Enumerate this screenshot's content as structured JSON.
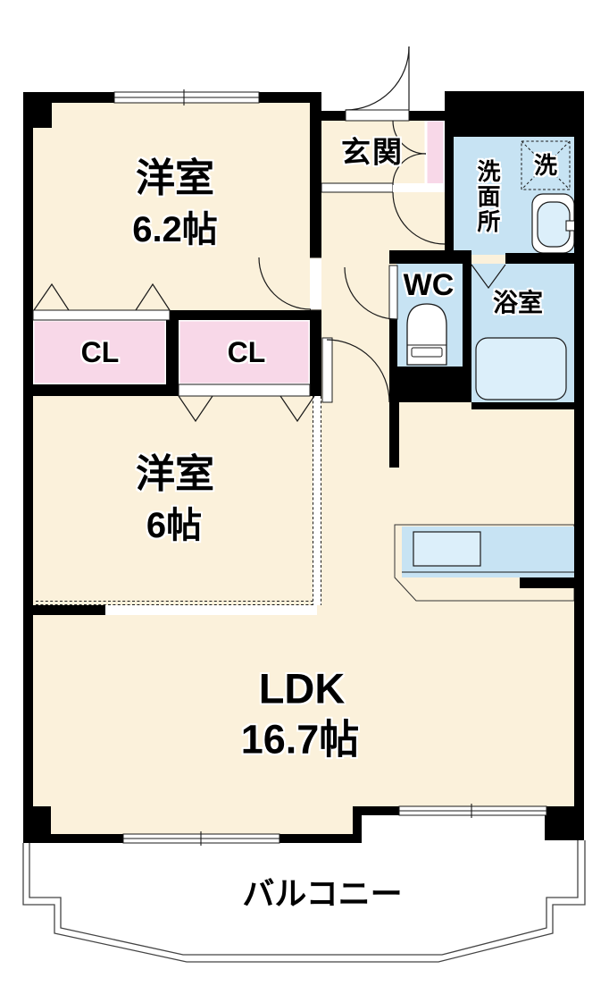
{
  "labels": {
    "western1": {
      "name": "洋室",
      "size": "6.2帖"
    },
    "western2": {
      "name": "洋室",
      "size": "6帖"
    },
    "ldk": {
      "name": "LDK",
      "size": "16.7帖"
    },
    "genkan": "玄関",
    "washroom": "洗面所",
    "laundry": "洗",
    "wc": "WC",
    "bathroom": "浴室",
    "closet1": "CL",
    "closet2": "CL",
    "balcony": "バルコニー"
  },
  "colors": {
    "wall_black": "#000000",
    "room_cream": "#FBF1DB",
    "wet_blue": "#C7E3F3",
    "closet_pink": "#F8D8E8",
    "fixture_blue": "#DCEFFA",
    "line_dark": "#1a1a1a"
  }
}
